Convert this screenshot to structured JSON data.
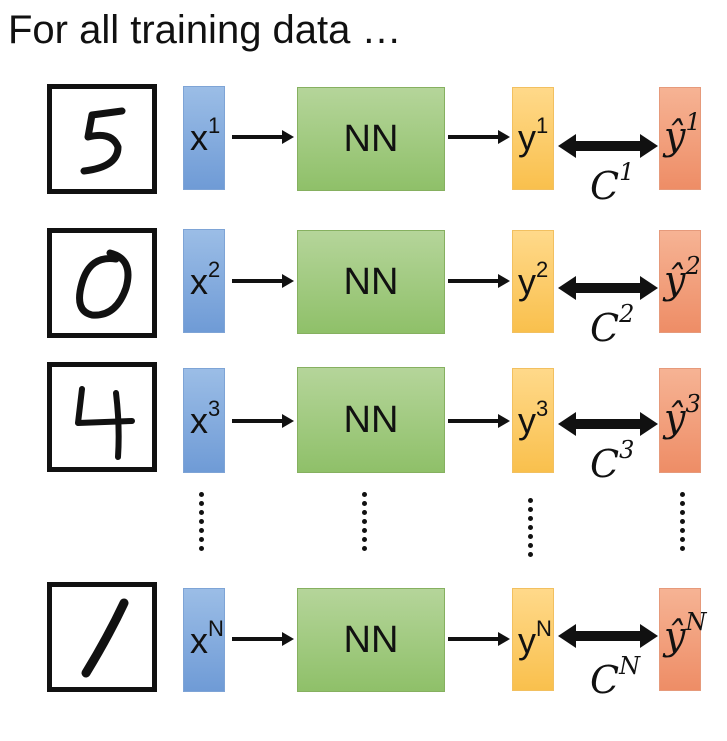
{
  "title": "For all training data …",
  "rows": [
    {
      "digit": "5",
      "x_label": "x",
      "x_sup": "1",
      "nn_label": "NN",
      "y_label": "y",
      "y_sup": "1",
      "yhat_label": "ŷ",
      "yhat_sup": "1",
      "c_label": "C",
      "c_sup": "1"
    },
    {
      "digit": "0",
      "x_label": "x",
      "x_sup": "2",
      "nn_label": "NN",
      "y_label": "y",
      "y_sup": "2",
      "yhat_label": "ŷ",
      "yhat_sup": "2",
      "c_label": "C",
      "c_sup": "2"
    },
    {
      "digit": "4",
      "x_label": "x",
      "x_sup": "3",
      "nn_label": "NN",
      "y_label": "y",
      "y_sup": "3",
      "yhat_label": "ŷ",
      "yhat_sup": "3",
      "c_label": "C",
      "c_sup": "3"
    },
    {
      "digit": "1",
      "x_label": "x",
      "x_sup": "N",
      "nn_label": "NN",
      "y_label": "y",
      "y_sup": "N",
      "yhat_label": "ŷ",
      "yhat_sup": "N",
      "c_label": "C",
      "c_sup": "N"
    }
  ],
  "colors": {
    "input_vector": "#7ea4d6",
    "network": "#9fcb7f",
    "output_vector": "#fbc65a",
    "target_vector": "#f29a76",
    "frame": "#111111"
  }
}
